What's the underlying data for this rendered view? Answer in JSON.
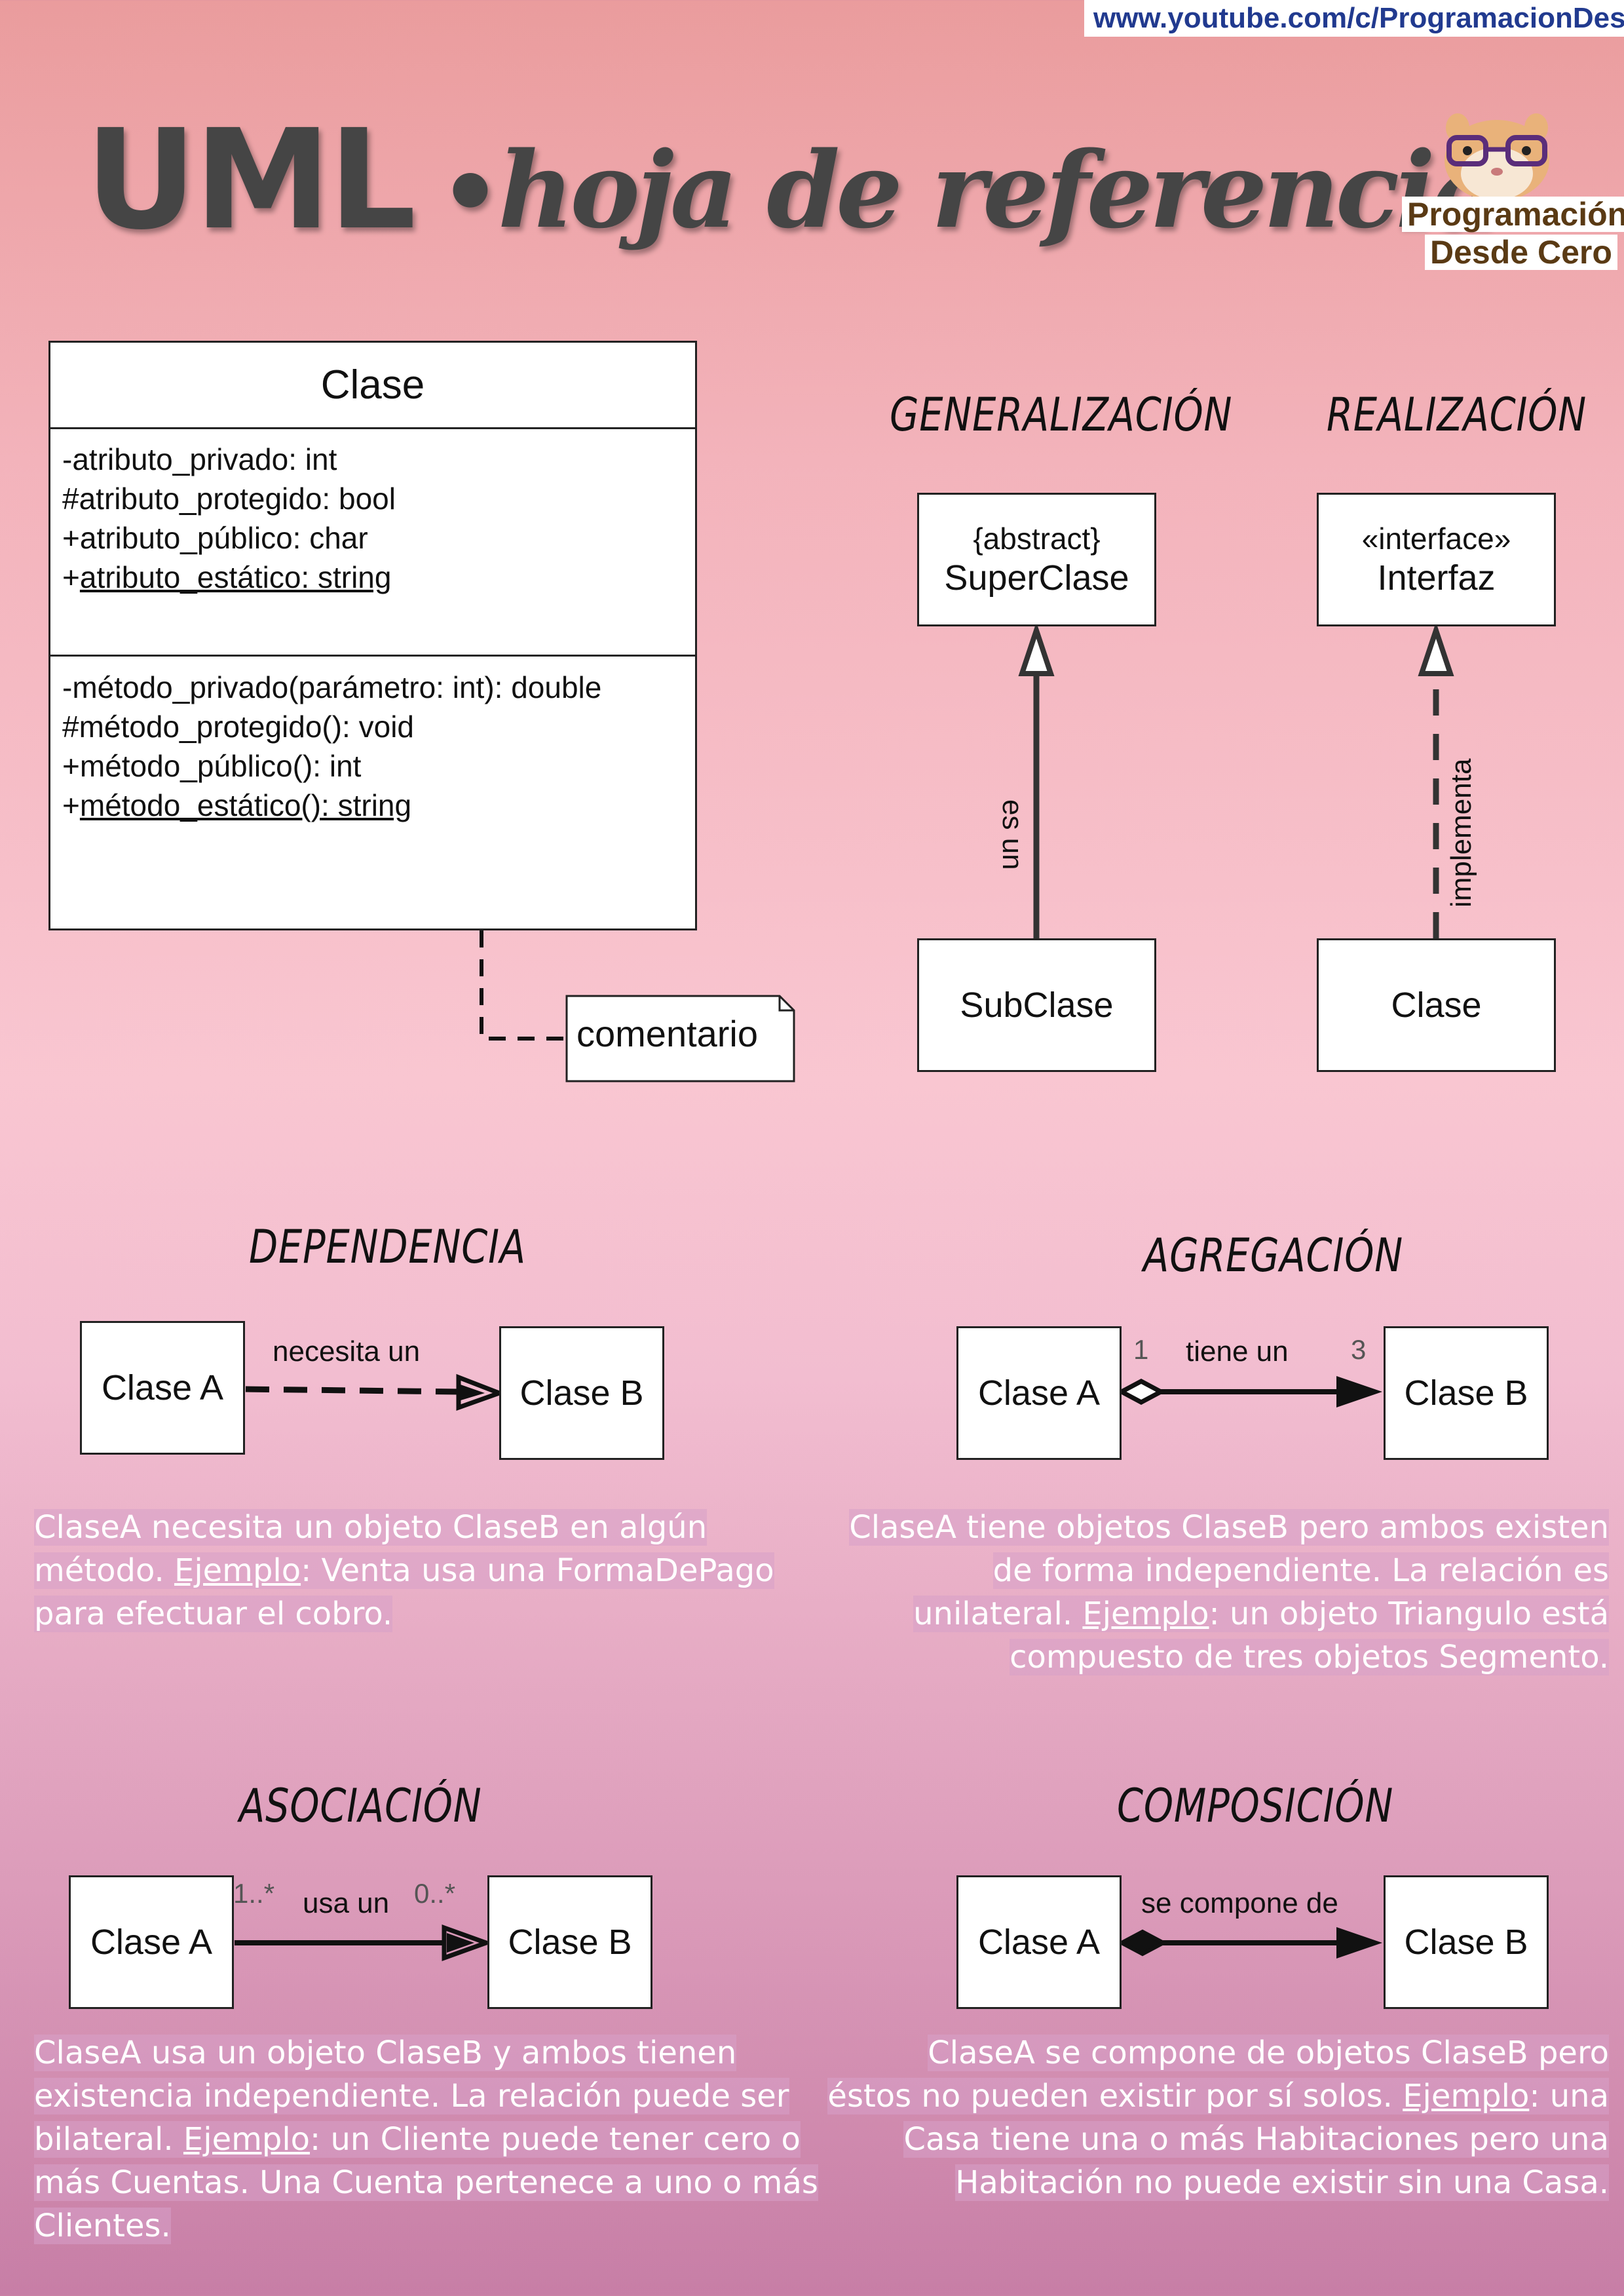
{
  "header": {
    "url": "www.youtube.com/c/ProgramacionDesdeCero",
    "title_main": "UML",
    "title_separator": "•",
    "title_sub": "hoja de referencia",
    "logo_line1": "Programación",
    "logo_line2": "Desde Cero"
  },
  "class_box": {
    "name": "Clase",
    "attributes": [
      {
        "prefix": "-",
        "text": "atributo_privado: int",
        "static": false
      },
      {
        "prefix": "#",
        "text": "atributo_protegido: bool",
        "static": false
      },
      {
        "prefix": "+",
        "text": "atributo_público: char",
        "static": false
      },
      {
        "prefix": "+",
        "text": "atributo_estático: string",
        "static": true
      }
    ],
    "methods": [
      {
        "prefix": "-",
        "text": "método_privado(parámetro: int): double",
        "static": false
      },
      {
        "prefix": "#",
        "text": "método_protegido(): void",
        "static": false
      },
      {
        "prefix": "+",
        "text": "método_público(): int",
        "static": false
      },
      {
        "prefix": "+",
        "text": "método_estático(): string",
        "static": true
      }
    ],
    "comment": "comentario"
  },
  "generalizacion": {
    "heading": "GENERALIZACIÓN",
    "super_stereotype": "{abstract}",
    "super_name": "SuperClase",
    "sub_name": "SubClase",
    "label": "es un"
  },
  "realizacion": {
    "heading": "REALIZACIÓN",
    "interface_stereotype": "«interface»",
    "interface_name": "Interfaz",
    "class_name": "Clase",
    "label": "implementa"
  },
  "dependencia": {
    "heading": "DEPENDENCIA",
    "class_a": "Clase A",
    "class_b": "Clase B",
    "label": "necesita un",
    "description": [
      "ClaseA necesita un objeto ClaseB en algún",
      "método. ",
      "Ejemplo",
      ": Venta usa una FormaDePago",
      "para efectuar el cobro."
    ]
  },
  "agregacion": {
    "heading": "AGREGACIÓN",
    "class_a": "Clase A",
    "class_b": "Clase B",
    "label": "tiene un",
    "mult_a": "1",
    "mult_b": "3",
    "description": [
      "ClaseA tiene objetos ClaseB pero ambos existen",
      "de forma independiente. La relación es",
      "unilateral. ",
      "Ejemplo",
      ": un objeto Triangulo está",
      "compuesto de tres objetos Segmento."
    ]
  },
  "asociacion": {
    "heading": "ASOCIACIÓN",
    "class_a": "Clase A",
    "class_b": "Clase B",
    "label": "usa un",
    "mult_a": "1..*",
    "mult_b": "0..*",
    "description": [
      "ClaseA usa un objeto ClaseB y ambos tienen",
      "existencia independiente. La relación puede ser",
      "bilateral. ",
      "Ejemplo",
      ": un Cliente puede tener cero o",
      "más Cuentas. Una Cuenta pertenece a uno o más",
      "Clientes."
    ]
  },
  "composicion": {
    "heading": "COMPOSICIÓN",
    "class_a": "Clase A",
    "class_b": "Clase B",
    "label": "se compone de",
    "description": [
      "ClaseA se compone de objetos ClaseB pero",
      "éstos no pueden existir por sí solos. ",
      "Ejemplo",
      ": una",
      "Casa tiene una o más Habitaciones pero una",
      "Habitación no puede existir sin una Casa."
    ]
  },
  "colors": {
    "text": "#111111",
    "title": "#454545",
    "url": "#213a8f",
    "description_text": "#ffffff"
  }
}
